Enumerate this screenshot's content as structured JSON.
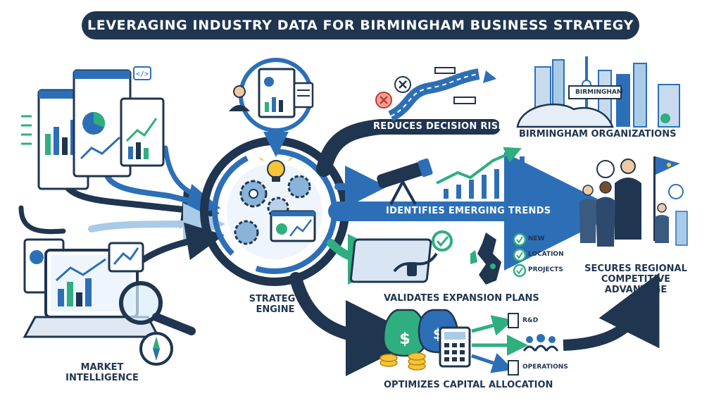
{
  "title": "LEVERAGING INDUSTRY DATA FOR BIRMINGHAM BUSINESS STRATEGY",
  "input": {
    "label_line1": "MARKET",
    "label_line2": "INTELLIGENCE"
  },
  "engine": {
    "label_line1": "STRATEGY",
    "label_line2": "ENGINE"
  },
  "outputs": {
    "risk": "REDUCES DECISION RISK",
    "trends": "IDENTIFIES EMERGING TRENDS",
    "expansion": "VALIDATES EXPANSION PLANS",
    "capital": "OPTIMIZES CAPITAL ALLOCATION"
  },
  "organizations": {
    "label": "BIRMINGHAM ORGANIZATIONS",
    "sign": "BIRMINGHAM"
  },
  "checklist": [
    "NEW",
    "LOCATION",
    "PROJECTS"
  ],
  "allocations": [
    "R&D",
    "OPERATIONS"
  ],
  "outcome": {
    "line1": "SECURES REGIONAL",
    "line2": "COMPETITIVE",
    "line3": "ADVANTAGE"
  },
  "icons": {
    "laptop": "laptop-icon",
    "magnifier": "magnifier-icon",
    "compass": "compass-icon",
    "lightbulb": "lightbulb-icon",
    "telescope": "telescope-icon",
    "map": "uk-map-icon",
    "money": "money-bag-icon",
    "calculator": "calculator-icon"
  },
  "colors": {
    "navy": "#1f3550",
    "blue": "#2d6fb7",
    "light_blue": "#a9cbe8",
    "green": "#2fae7f",
    "white": "#ffffff"
  }
}
